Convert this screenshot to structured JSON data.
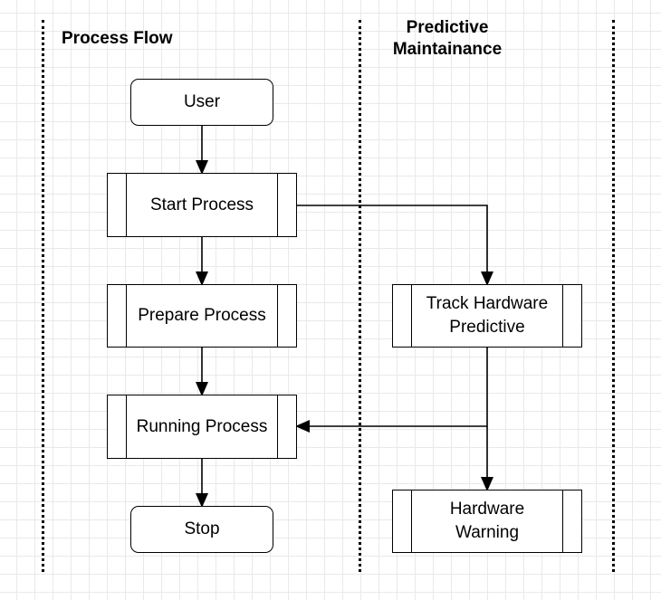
{
  "lanes": {
    "process_flow": {
      "title": "Process Flow"
    },
    "predictive": {
      "title": "Predictive\nMaintainance"
    }
  },
  "nodes": {
    "user": "User",
    "start_process": "Start Process",
    "prepare_process": "Prepare Process",
    "running_process": "Running Process",
    "stop": "Stop",
    "track_hardware": "Track Hardware\nPredictive",
    "hardware_warning": "Hardware\nWarning"
  },
  "edges": [
    {
      "from": "user",
      "to": "start_process"
    },
    {
      "from": "start_process",
      "to": "prepare_process"
    },
    {
      "from": "prepare_process",
      "to": "running_process"
    },
    {
      "from": "running_process",
      "to": "stop"
    },
    {
      "from": "start_process",
      "to": "track_hardware"
    },
    {
      "from": "track_hardware",
      "to": "running_process"
    },
    {
      "from": "track_hardware",
      "to": "hardware_warning"
    }
  ]
}
